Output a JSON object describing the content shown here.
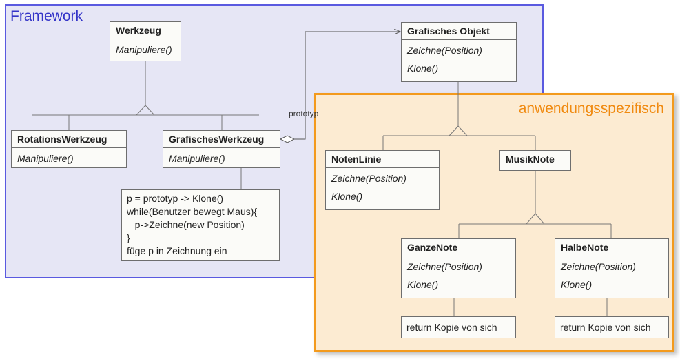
{
  "regions": {
    "framework": "Framework",
    "application": "anwendungsspezifisch"
  },
  "classes": {
    "werkzeug": {
      "name": "Werkzeug",
      "ops": [
        "Manipuliere()"
      ]
    },
    "rotationswerkzeug": {
      "name": "RotationsWerkzeug",
      "ops": [
        "Manipuliere()"
      ]
    },
    "grafischeswerkzeug": {
      "name": "GrafischesWerkzeug",
      "ops": [
        "Manipuliere()"
      ]
    },
    "grafischesobjekt": {
      "name": "Grafisches Objekt",
      "ops": [
        "Zeichne(Position)",
        "Klone()"
      ]
    },
    "notenlinie": {
      "name": "NotenLinie",
      "ops": [
        "Zeichne(Position)",
        "Klone()"
      ]
    },
    "musiknote": {
      "name": "MusikNote",
      "ops": []
    },
    "ganzenote": {
      "name": "GanzeNote",
      "ops": [
        "Zeichne(Position)",
        "Klone()"
      ]
    },
    "halbenote": {
      "name": "HalbeNote",
      "ops": [
        "Zeichne(Position)",
        "Klone()"
      ]
    }
  },
  "notes": {
    "manipuliere_code": [
      "p = prototyp -> Klone()",
      "while(Benutzer bewegt Maus){",
      "   p->Zeichne(new Position)",
      "}",
      "füge p in Zeichnung ein"
    ],
    "ganzenote_klone": "return Kopie von sich",
    "halbenote_klone": "return Kopie von sich"
  },
  "edges": {
    "prototype_label": "prototyp"
  },
  "colors": {
    "framework_border": "#5a5ae0",
    "framework_fill": "#e6e6f5",
    "framework_title": "#3434c8",
    "app_border": "#f39a1d",
    "app_fill": "#fcebd2",
    "app_title": "#f08a10"
  }
}
